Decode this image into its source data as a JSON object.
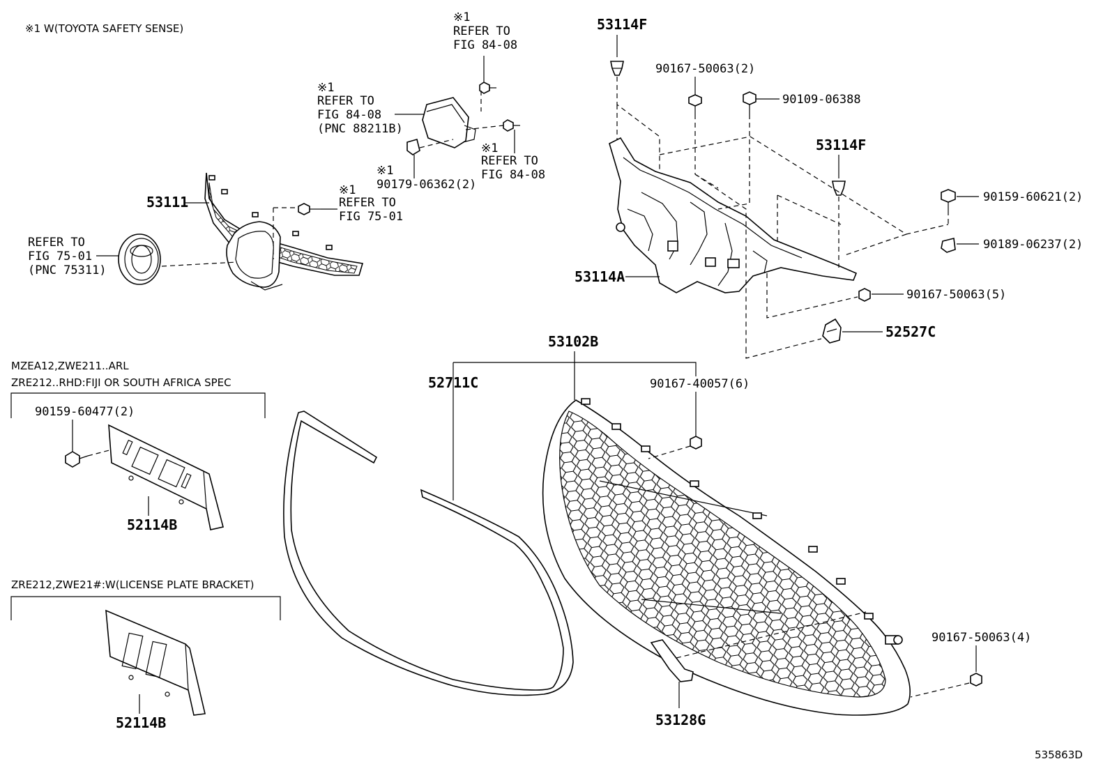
{
  "diagram_id": "535863D",
  "notes": {
    "safety_sense": "※1 W(TOYOTA SAFETY SENSE)",
    "group1_line1": "MZEA12,ZWE211..ARL",
    "group1_line2": "ZRE212..RHD:FIJI OR SOUTH AFRICA SPEC",
    "group2_line1": "ZRE212,ZWE21#:W(LICENSE PLATE BRACKET)"
  },
  "refs": {
    "star": "※1",
    "refer_to": "REFER TO",
    "fig_84_08": "FIG 84-08",
    "fig_75_01": "FIG 75-01",
    "pnc_88211b": "(PNC 88211B)",
    "pnc_75311": "(PNC 75311)"
  },
  "parts": {
    "p53111": "53111",
    "p53114f": "53114F",
    "p53114a": "53114A",
    "p90167_50063_2": "90167-50063(2)",
    "p90109_06388": "90109-06388",
    "p90159_60621_2": "90159-60621(2)",
    "p90189_06237_2": "90189-06237(2)",
    "p90167_50063_5": "90167-50063(5)",
    "p52527c": "52527C",
    "p53102b": "53102B",
    "p52711c": "52711C",
    "p90167_40057_6": "90167-40057(6)",
    "p90179_06362_2": "90179-06362(2)",
    "p90159_60477_2": "90159-60477(2)",
    "p52114b": "52114B",
    "p53128g": "53128G",
    "p90167_50063_4": "90167-50063(4)"
  }
}
